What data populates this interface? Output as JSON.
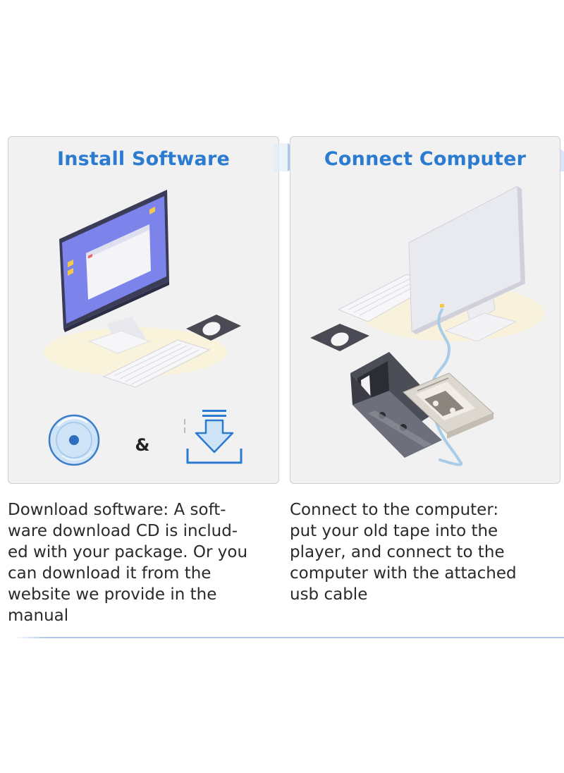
{
  "steps": [
    {
      "title": "Install Software",
      "description": "Download software: A soft-\nware download CD is includ-\ned with your package. Or you\ncan download it from the\nwebsite we provide in the\nmanual",
      "separator": "&"
    },
    {
      "title": "Connect Computer",
      "description": "Connect to the computer:\nput your old tape into the\nplayer, and connect to the\ncomputer with the attached\nusb cable"
    }
  ],
  "icons": {
    "step1": [
      "computer-monitor-icon",
      "keyboard-icon",
      "mouse-pad-icon",
      "cd-disc-icon",
      "download-icon"
    ],
    "step2": [
      "computer-monitor-back-icon",
      "keyboard-icon",
      "mouse-pad-icon",
      "cassette-player-icon",
      "cassette-tape-icon",
      "usb-cable-icon"
    ],
    "connector": "chevron-right-arrow-icon"
  },
  "colors": {
    "title": "#2b7bd0",
    "accent_blue": "#2b7bd0",
    "panel_bg": "#f1f1f1",
    "arrow": "#a9c8ea",
    "text": "#2a2a2a"
  }
}
